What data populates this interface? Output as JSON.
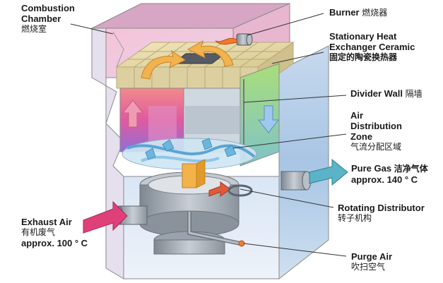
{
  "labels": {
    "combustion_chamber": {
      "en_1": "Combustion",
      "en_2": "Chamber",
      "cn": "燃烧室"
    },
    "burner": {
      "en": "Burner",
      "cn": "燃烧器"
    },
    "heat_exchanger": {
      "en_1": "Stationary Heat",
      "en_2": "Exchanger Ceramic",
      "cn": "固定的陶瓷换热器"
    },
    "divider_wall": {
      "en": "Divider Wall",
      "cn": "隔墙"
    },
    "air_distribution": {
      "en_1": "Air",
      "en_2": "Distribution",
      "en_3": "Zone",
      "cn": "气流分配区域"
    },
    "pure_gas": {
      "en": "Pure Gas",
      "cn": "洁净气体",
      "temp": "approx. 140 ° C"
    },
    "exhaust_air": {
      "en": "Exhaust Air",
      "cn": "有机废气",
      "temp": "approx. 100 ° C"
    },
    "rotating_distributor": {
      "en": "Rotating Distributor",
      "cn": "转子机构"
    },
    "purge_air": {
      "en": "Purge Air",
      "cn": "吹扫空气"
    }
  },
  "colors": {
    "top_pink": "#f2b8d2",
    "right_wall": "#a9c9e6",
    "green_chamber": "#8fd07c",
    "hot_orange": "#f6a84a",
    "cool_blue": "#8fb8e8",
    "ceramic": "#e8dcae",
    "metal": "#9aa3ad",
    "purge_arrow": "#e0407a",
    "pure_gas_arrow": "#5ab3c6"
  }
}
